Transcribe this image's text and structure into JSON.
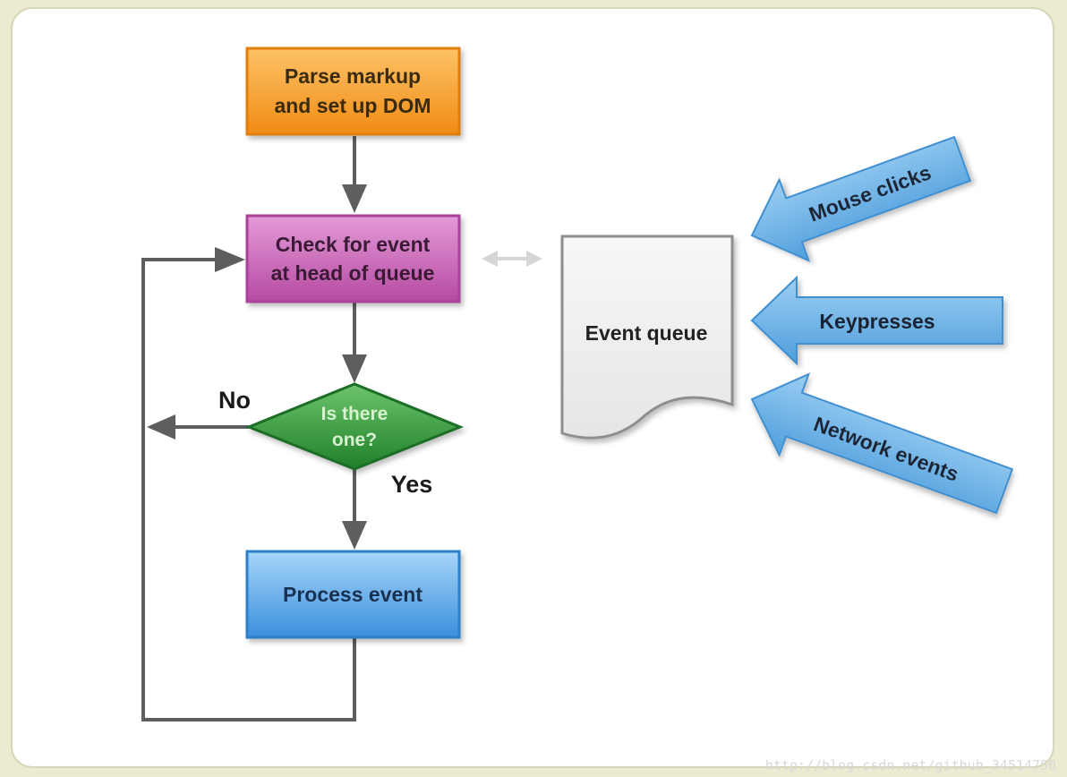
{
  "nodes": {
    "parse": {
      "line1": "Parse markup",
      "line2": "and set up DOM"
    },
    "check": {
      "line1": "Check for event",
      "line2": "at head of queue"
    },
    "decision": {
      "line1": "Is there",
      "line2": "one?"
    },
    "process": {
      "label": "Process event"
    },
    "queue": {
      "label": "Event queue"
    }
  },
  "edges": {
    "no": "No",
    "yes": "Yes"
  },
  "inputs": [
    {
      "label": "Mouse clicks"
    },
    {
      "label": "Keypresses"
    },
    {
      "label": "Network events"
    }
  ],
  "watermark": "http://blog.csdn.net/github_34514750",
  "colors": {
    "parse": "#f5a02a",
    "check": "#c960b4",
    "decision": "#2e9a3a",
    "process": "#4aa3e8",
    "input_arrow": "#6fb4e6",
    "flow_line": "#5e5e5e"
  }
}
